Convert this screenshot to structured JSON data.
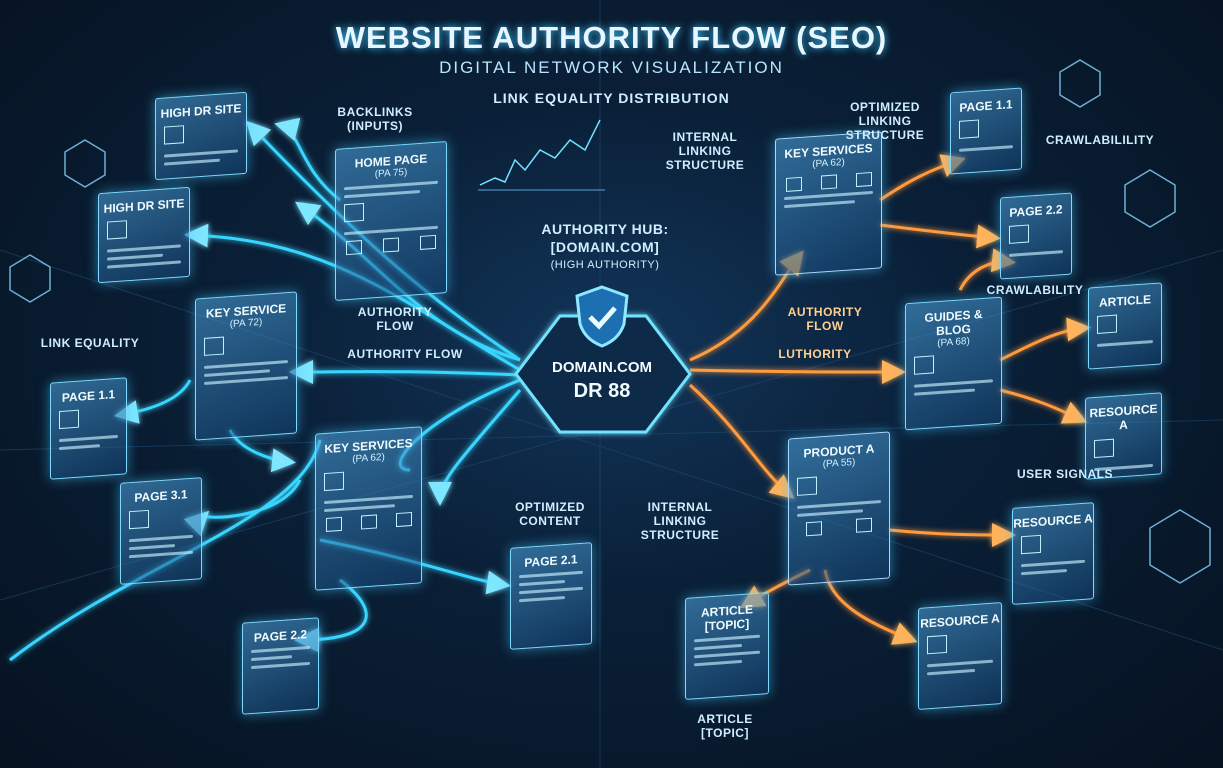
{
  "header": {
    "title": "WEBSITE AUTHORITY FLOW (SEO)",
    "subtitle": "DIGITAL NETWORK VISUALIZATION",
    "section": "LINK EQUALITY DISTRIBUTION"
  },
  "hub": {
    "label": "AUTHORITY HUB:",
    "domain_bracket": "[DOMAIN.COM]",
    "note": "(HIGH AUTHORITY)",
    "name": "DOMAIN.COM",
    "dr": "DR 88"
  },
  "cards": {
    "high_dr_1": {
      "title": "HIGH DR SITE"
    },
    "high_dr_2": {
      "title": "HIGH DR SITE"
    },
    "home": {
      "title": "HOME PAGE",
      "pa": "(PA 75)"
    },
    "key_service": {
      "title": "KEY SERVICE",
      "pa": "(PA 72)"
    },
    "page_11_left": {
      "title": "PAGE 1.1"
    },
    "page_31": {
      "title": "PAGE 3.1"
    },
    "key_services_bottom": {
      "title": "KEY SERVICES",
      "pa": "(PA 62)"
    },
    "page_22_left": {
      "title": "PAGE 2.2"
    },
    "page_21": {
      "title": "PAGE 2.1"
    },
    "key_services_top": {
      "title": "KEY SERVICES",
      "pa": "(PA 62)"
    },
    "page_11_right": {
      "title": "PAGE 1.1"
    },
    "page_22_right": {
      "title": "PAGE 2.2"
    },
    "guides": {
      "title": "GUIDES & BLOG",
      "pa": "(PA 68)"
    },
    "article_right": {
      "title": "ARTICLE"
    },
    "resource_1": {
      "title": "RESOURCE A"
    },
    "product": {
      "title": "PRODUCT A",
      "pa": "(PA 55)"
    },
    "resource_2": {
      "title": "RESOURCE A"
    },
    "resource_3": {
      "title": "RESOURCE A"
    },
    "article_topic": {
      "title": "ARTICLE [TOPIC]"
    }
  },
  "labels": {
    "backlinks": "BACKLINKS\n(INPUTS)",
    "internal_top": "INTERNAL\nLINKING\nSTRUCTURE",
    "optimized_top": "OPTIMIZED\nLINKING\nSTRUCTURE",
    "crawl_top": "CRAWLABILILITY",
    "crawl_mid": "CRAWLABILITY",
    "link_equality": "LINK EQUALITY",
    "authority_flow_left_small": "AUTHORITY\nFLOW",
    "authority_flow_left": "AUTHORITY FLOW",
    "authority_flow_right_small": "AUTHORITY\nFLOW",
    "luthority": "LUTHORITY",
    "user_signals": "USER SIGNALS",
    "optimized_content": "OPTIMIZED\nCONTENT",
    "internal_bottom": "INTERNAL\nLINKING\nSTRUCTURE",
    "article_topic_caption": "ARTICLE\n[TOPIC]"
  },
  "colors": {
    "cyan": "#39d6ff",
    "orange": "#ff9a3c",
    "card_border": "#7fd8ff",
    "background": "#071526"
  }
}
